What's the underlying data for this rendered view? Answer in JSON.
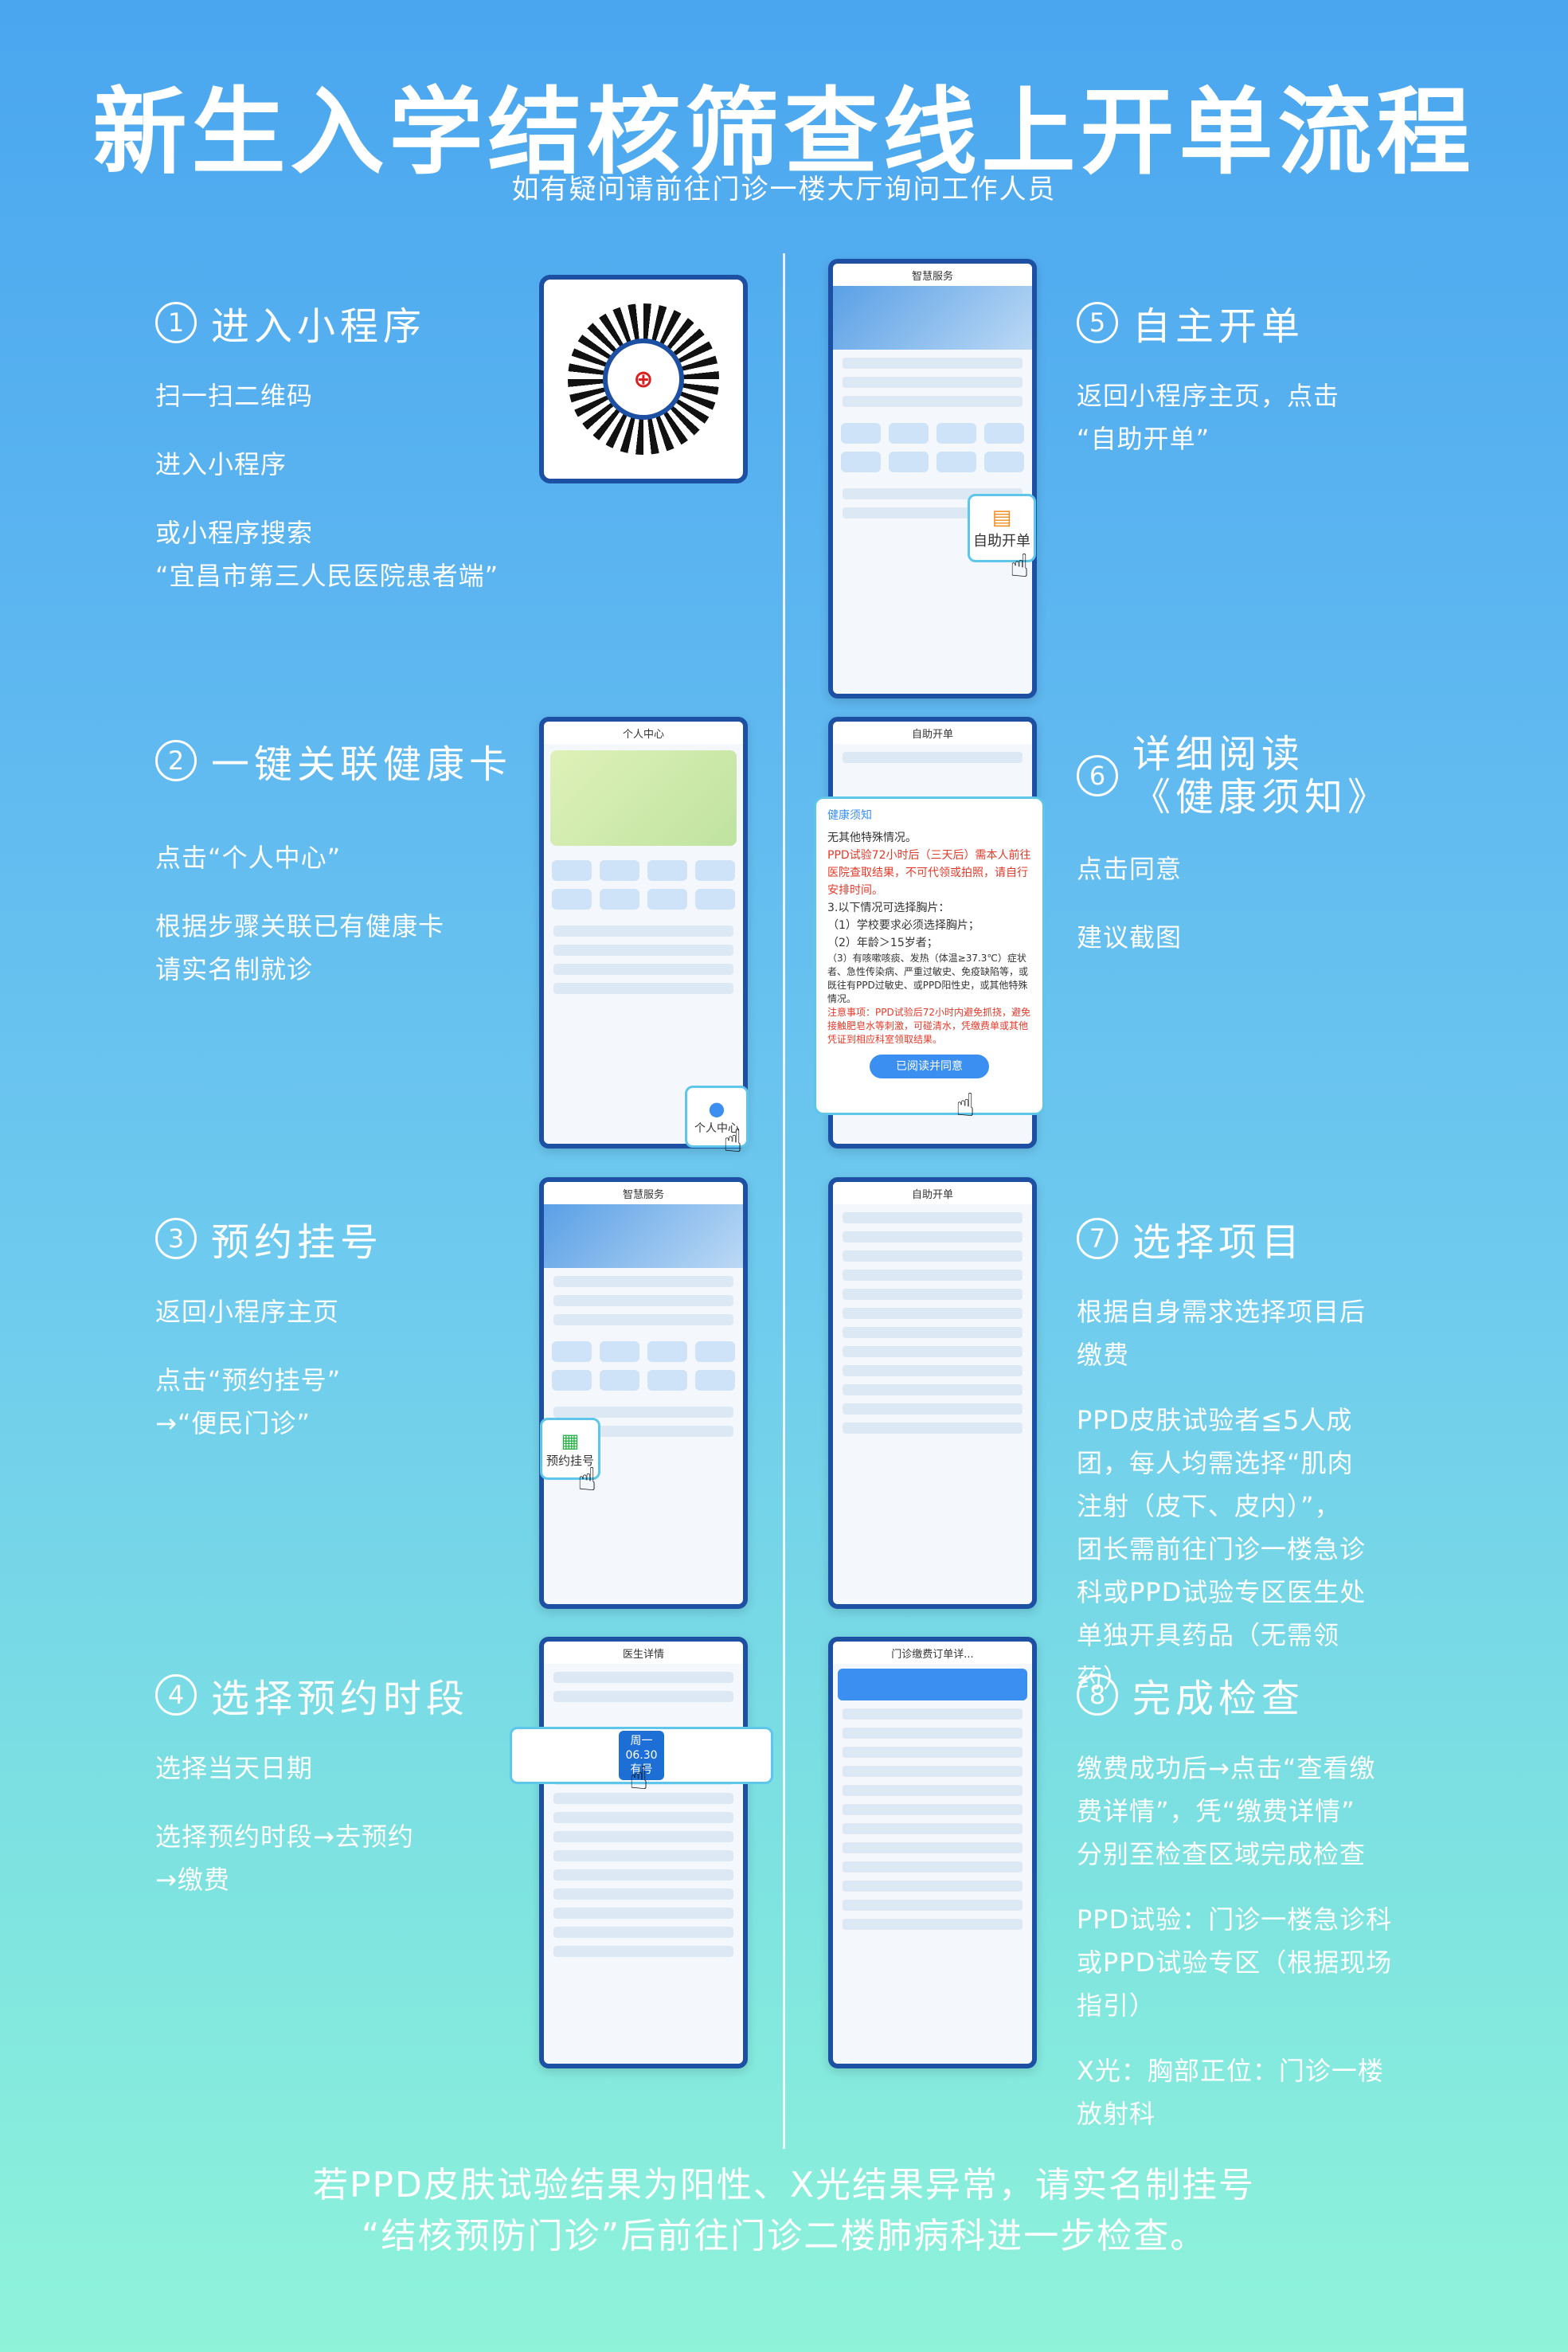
{
  "title": "新生入学结核筛查线上开单流程",
  "subtitle": "如有疑问请前往门诊一楼大厅询问工作人员",
  "steps": [
    {
      "num": "1",
      "title": "进入小程序",
      "lines": [
        "扫一扫二维码",
        "进入小程序",
        "或小程序搜索",
        "“宜昌市第三人民医院患者端”"
      ]
    },
    {
      "num": "2",
      "title": "一键关联健康卡",
      "lines": [
        "点击“个人中心”",
        "根据步骤关联已有健康卡",
        "请实名制就诊"
      ]
    },
    {
      "num": "3",
      "title": "预约挂号",
      "lines": [
        "返回小程序主页",
        "点击“预约挂号”",
        "→“便民门诊”"
      ]
    },
    {
      "num": "4",
      "title": "选择预约时段",
      "lines": [
        "选择当天日期",
        "选择预约时段→去预约",
        "→缴费"
      ]
    },
    {
      "num": "5",
      "title": "自主开单",
      "lines": [
        "返回小程序主页，点击",
        "“自助开单”"
      ]
    },
    {
      "num": "6",
      "title": "详细阅读《健康须知》",
      "lines": [
        "点击同意",
        "建议截图"
      ]
    },
    {
      "num": "7",
      "title": "选择项目",
      "lines": [
        "根据自身需求选择项目后",
        "缴费",
        "PPD皮肤试验者≦5人成",
        "团，每人均需选择“肌肉",
        "注射（皮下、皮内）”，",
        "团长需前往门诊一楼急诊",
        "科或PPD试验专区医生处",
        "单独开具药品（无需领",
        "药）"
      ]
    },
    {
      "num": "8",
      "title": "完成检查",
      "lines": [
        "缴费成功后→点击“查看缴",
        "费详情”，凭“缴费详情”",
        "分别至检查区域完成检查",
        "PPD试验：门诊一楼急诊科",
        "或PPD试验专区（根据现场",
        "指引）",
        "X光：胸部正位：门诊一楼",
        "放射科"
      ]
    }
  ],
  "phones": {
    "p1_title": "智慧服务",
    "p2_title": "个人中心",
    "p3_title": "智慧服务",
    "p4_title": "医生详情",
    "p5_title": "自助开单",
    "p6_title": "自助开单",
    "p7_title": "门诊缴费订单详..."
  },
  "callouts": {
    "self_order": "自助开单",
    "personal_center": "个人中心",
    "appointment": "预约挂号",
    "date_week": "周一",
    "date_day": "06.30",
    "date_status": "有号"
  },
  "notice": {
    "header": "健康须知",
    "lines": [
      "无其他特殊情况。",
      "PPD试验72小时后（三天后）需本人前往医院查取结果，不可代领或拍照，请自行安排时间。",
      "3.以下情况可选择胸片：",
      "（1）学校要求必须选择胸片；",
      "（2）年龄＞15岁者；",
      "（3）有咳嗽咳痰、发热（体温≥37.3℃）症状者、急性传染病、严重过敏史、免疫缺陷等，或既往有PPD过敏史、或PPD阳性史，或其他特殊情况。",
      "注意事项：PPD试验后72小时内避免抓挠，避免接触肥皂水等刺激，可碰清水，凭缴费单或其他凭证到相应科室领取结果。"
    ],
    "button": "已阅读并同意"
  },
  "footer": {
    "line1": "若PPD皮肤试验结果为阳性、X光结果异常，请实名制挂号",
    "line2": "“结核预防门诊”后前往门诊二楼肺病科进一步检查。"
  }
}
